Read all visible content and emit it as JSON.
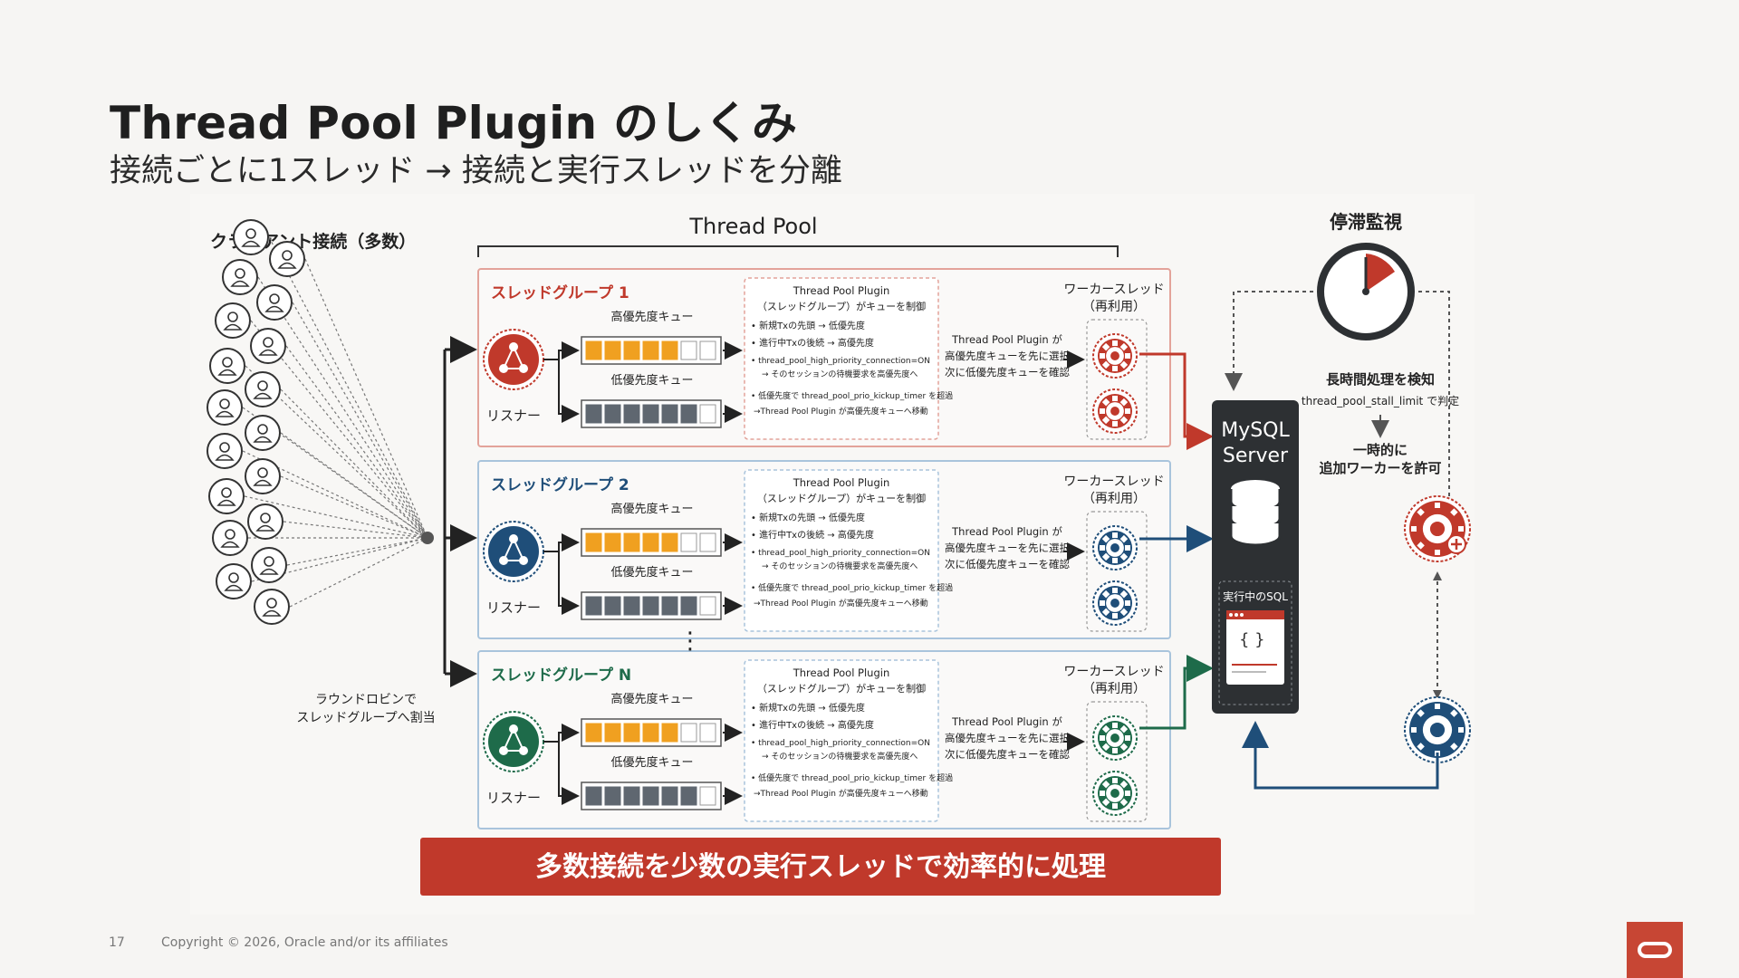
{
  "page": {
    "title": "Thread Pool Plugin のしくみ",
    "subtitle": "接続ごとに1スレッド → 接続と実行スレッドを分離",
    "page_number": "17",
    "copyright": "Copyright © 2026, Oracle and/or its affiliates"
  },
  "diagram": {
    "clients_label": "クライアント接続（多数）",
    "round_robin_line1": "ラウンドロビンで",
    "round_robin_line2": "スレッドグループへ割当",
    "thread_pool_label": "Thread Pool",
    "groups": [
      {
        "name": "スレッドグループ 1",
        "color": "#c0392b",
        "border": "#e3a39a"
      },
      {
        "name": "スレッドグループ 2",
        "color": "#1f4e79",
        "border": "#a9c4dc"
      },
      {
        "name": "スレッドグループ N",
        "color": "#1e6b4a",
        "border": "#a9c4dc"
      }
    ],
    "listener_label": "リスナー",
    "high_queue_label": "高優先度キュー",
    "low_queue_label": "低優先度キュー",
    "plugin_box": {
      "line1": "Thread Pool Plugin",
      "line2": "（スレッドグループ）がキューを制御",
      "b1": "• 新規Txの先頭 → 低優先度",
      "b2": "• 進行中Txの後続 → 高優先度",
      "b3": "• thread_pool_high_priority_connection=ON",
      "b3b": "→ そのセッションの待機要求を高優先度へ",
      "b4": "• 低優先度で thread_pool_prio_kickup_timer を超過",
      "b4b": "→Thread Pool Plugin が高優先度キューへ移動"
    },
    "select_text": {
      "line1": "Thread Pool Plugin が",
      "line2": "高優先度キューを先に選択",
      "line3": "次に低優先度キューを確認"
    },
    "worker_label_line1": "ワーカースレッド",
    "worker_label_line2": "（再利用）",
    "mysql": {
      "line1": "MySQL",
      "line2": "Server",
      "running_sql": "実行中のSQL",
      "braces": "{ }"
    },
    "stall": {
      "title": "停滞監視",
      "detect": "長時間処理を検知",
      "limit": "thread_pool_stall_limit で判定",
      "allow_line1": "一時的に",
      "allow_line2": "追加ワーカーを許可"
    },
    "banner": "多数接続を少数の実行スレッドで効率的に処理",
    "ellipsis": "⋮",
    "colors": {
      "red": "#c0392b",
      "navy": "#1f4e79",
      "green": "#1e6b4a",
      "orange": "#f0a020",
      "gray": "#5f6770",
      "banner": "#c0392b"
    },
    "queue_fill": {
      "high_filled": 5,
      "low_filled": 6,
      "slots": 7
    }
  }
}
